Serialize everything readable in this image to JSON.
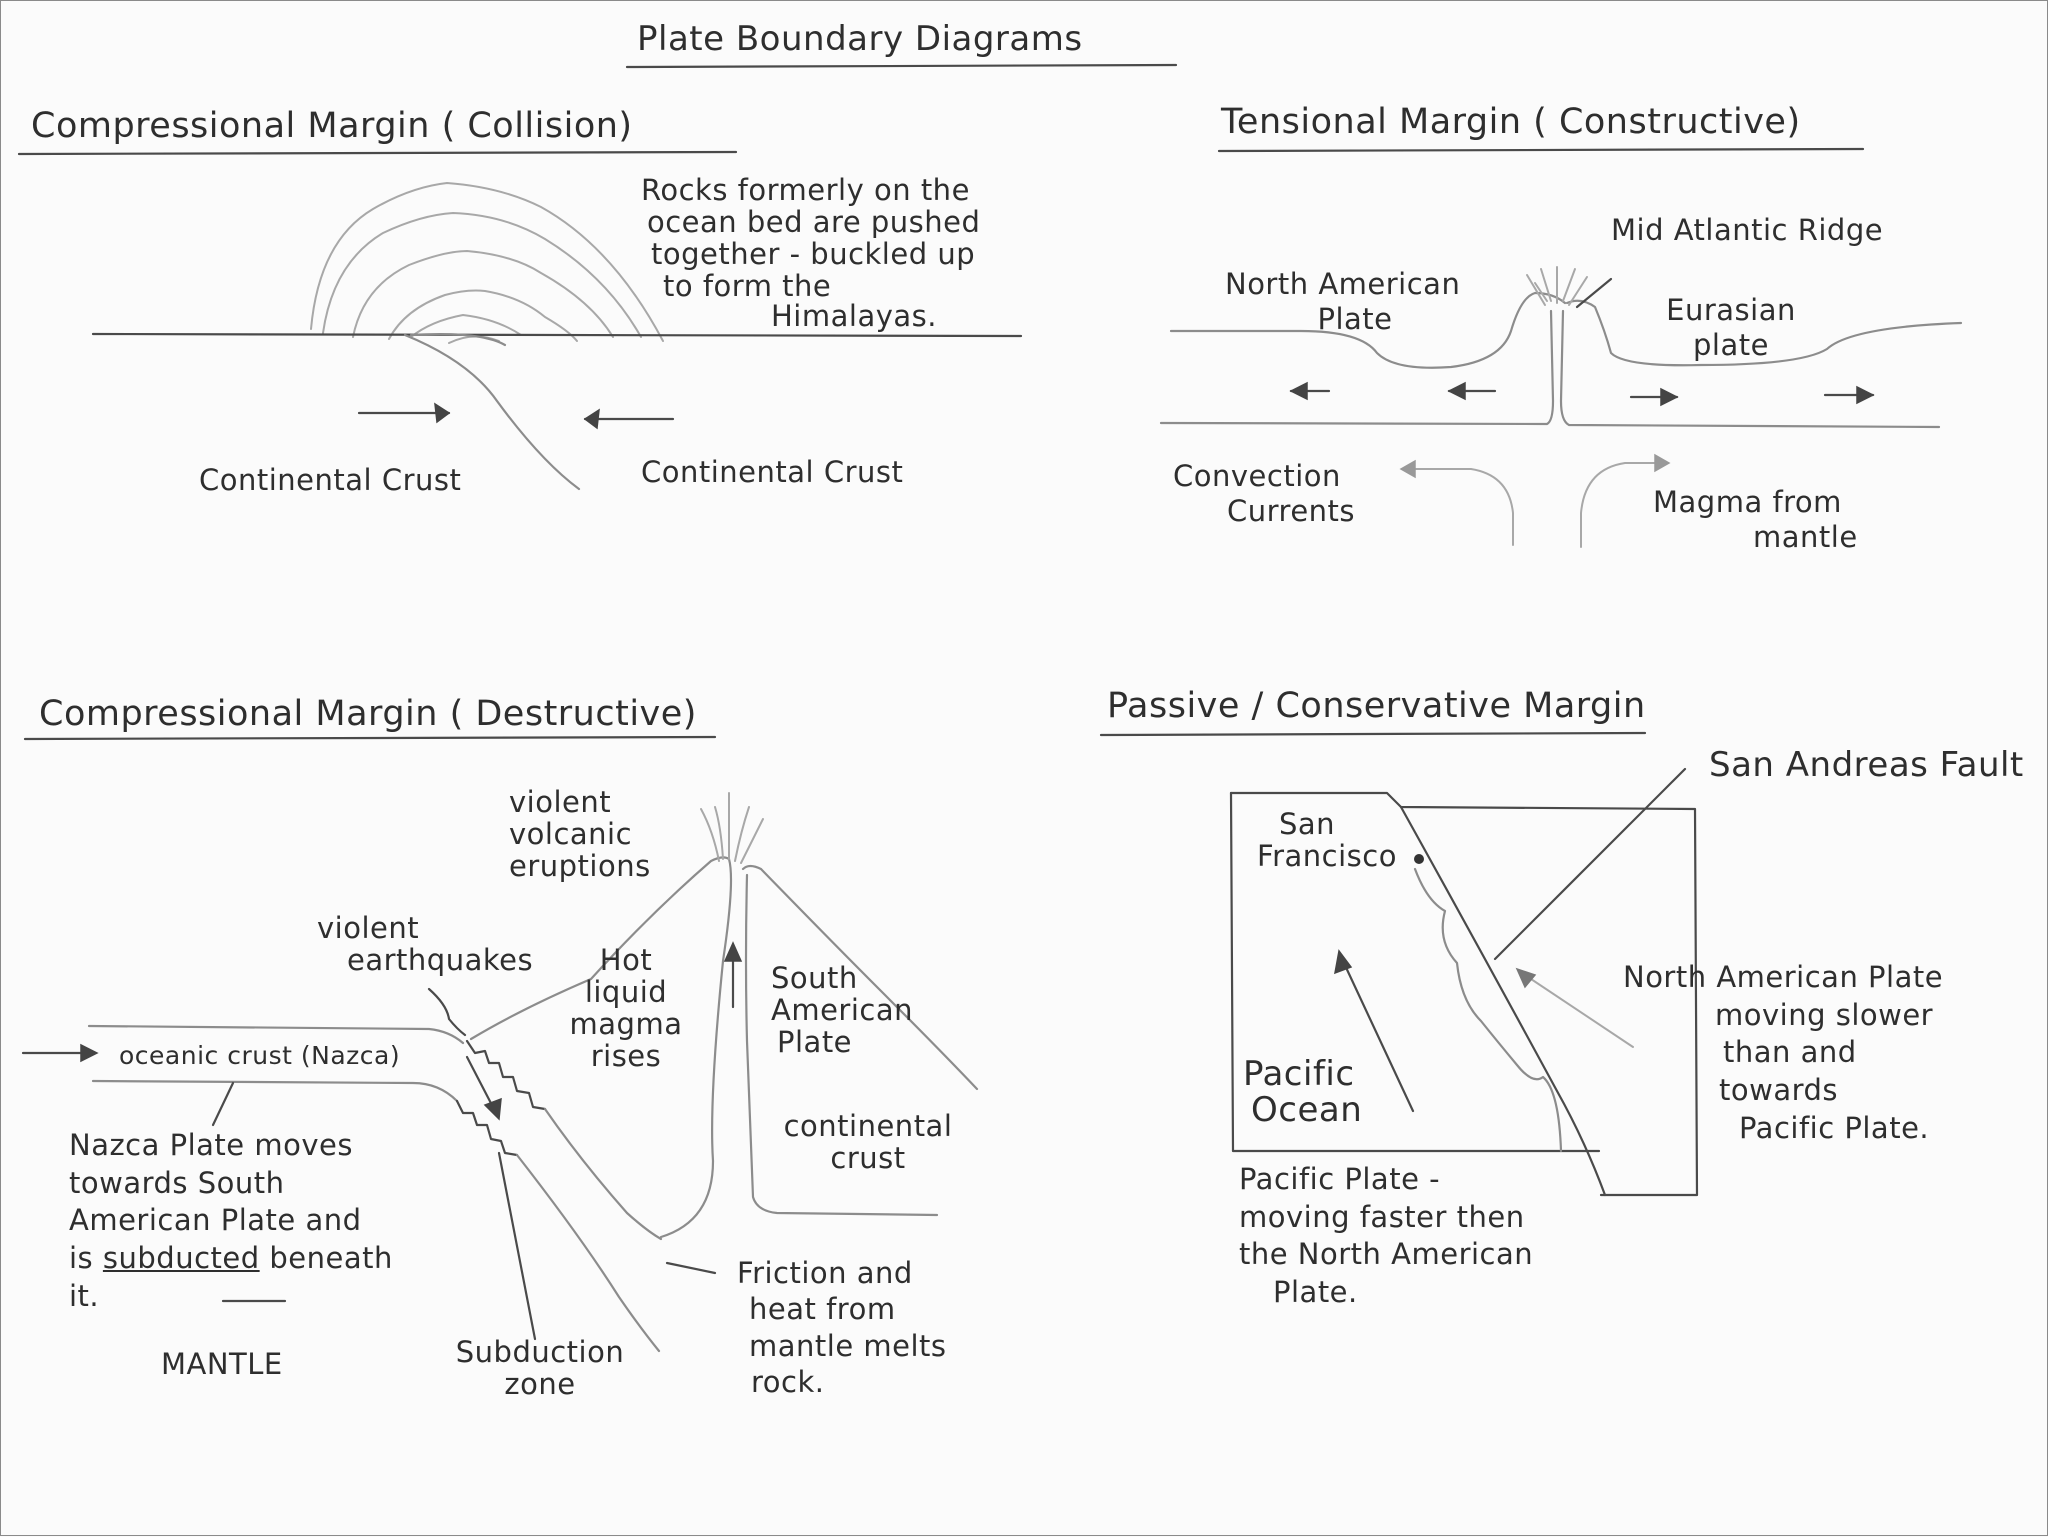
{
  "title": "Plate Boundary Diagrams",
  "panels": {
    "collision": {
      "heading": "Compressional Margin ( Collision)",
      "rocks_note": [
        "Rocks formerly on the",
        "ocean bed are pushed",
        "together - buckled up",
        "to form the",
        "Himalayas."
      ],
      "left_crust": "Continental Crust",
      "right_crust": "Continental Crust"
    },
    "constructive": {
      "heading": "Tensional Margin ( Constructive)",
      "ridge": "Mid Atlantic Ridge",
      "north_american": [
        "North American",
        "Plate"
      ],
      "eurasian": [
        "Eurasian",
        "plate"
      ],
      "convection": [
        "Convection",
        "Currents"
      ],
      "magma": [
        "Magma from",
        "mantle"
      ]
    },
    "destructive": {
      "heading": "Compressional Margin ( Destructive)",
      "eruptions": [
        "violent",
        "volcanic",
        "eruptions"
      ],
      "earthquakes": [
        "violent",
        "earthquakes"
      ],
      "hot_magma": [
        "Hot",
        "liquid",
        "magma",
        "rises"
      ],
      "south_american": [
        "South",
        "American",
        "Plate"
      ],
      "continental": [
        "continental",
        "crust"
      ],
      "oceanic": "oceanic crust (Nazca)",
      "nazca_note": {
        "line1": "Nazca Plate moves",
        "line2": "towards South",
        "line3": "American Plate and",
        "line4_pre": "is",
        "line4_ul": "subducted",
        "line4_post": "beneath",
        "line5": "it."
      },
      "mantle": "MANTLE",
      "subduction": [
        "Subduction",
        "zone"
      ],
      "friction": [
        "Friction and",
        "heat from",
        "mantle melts",
        "rock."
      ]
    },
    "conservative": {
      "heading": "Passive / Conservative Margin",
      "fault": "San Andreas Fault",
      "san_francisco": [
        "San",
        "Francisco"
      ],
      "pacific_ocean": [
        "Pacific",
        "Ocean"
      ],
      "north_american": [
        "North American Plate",
        "moving slower",
        "than and",
        "towards",
        "Pacific Plate."
      ],
      "pacific_plate": [
        "Pacific Plate -",
        "moving faster then",
        "the North American",
        "Plate."
      ]
    }
  }
}
